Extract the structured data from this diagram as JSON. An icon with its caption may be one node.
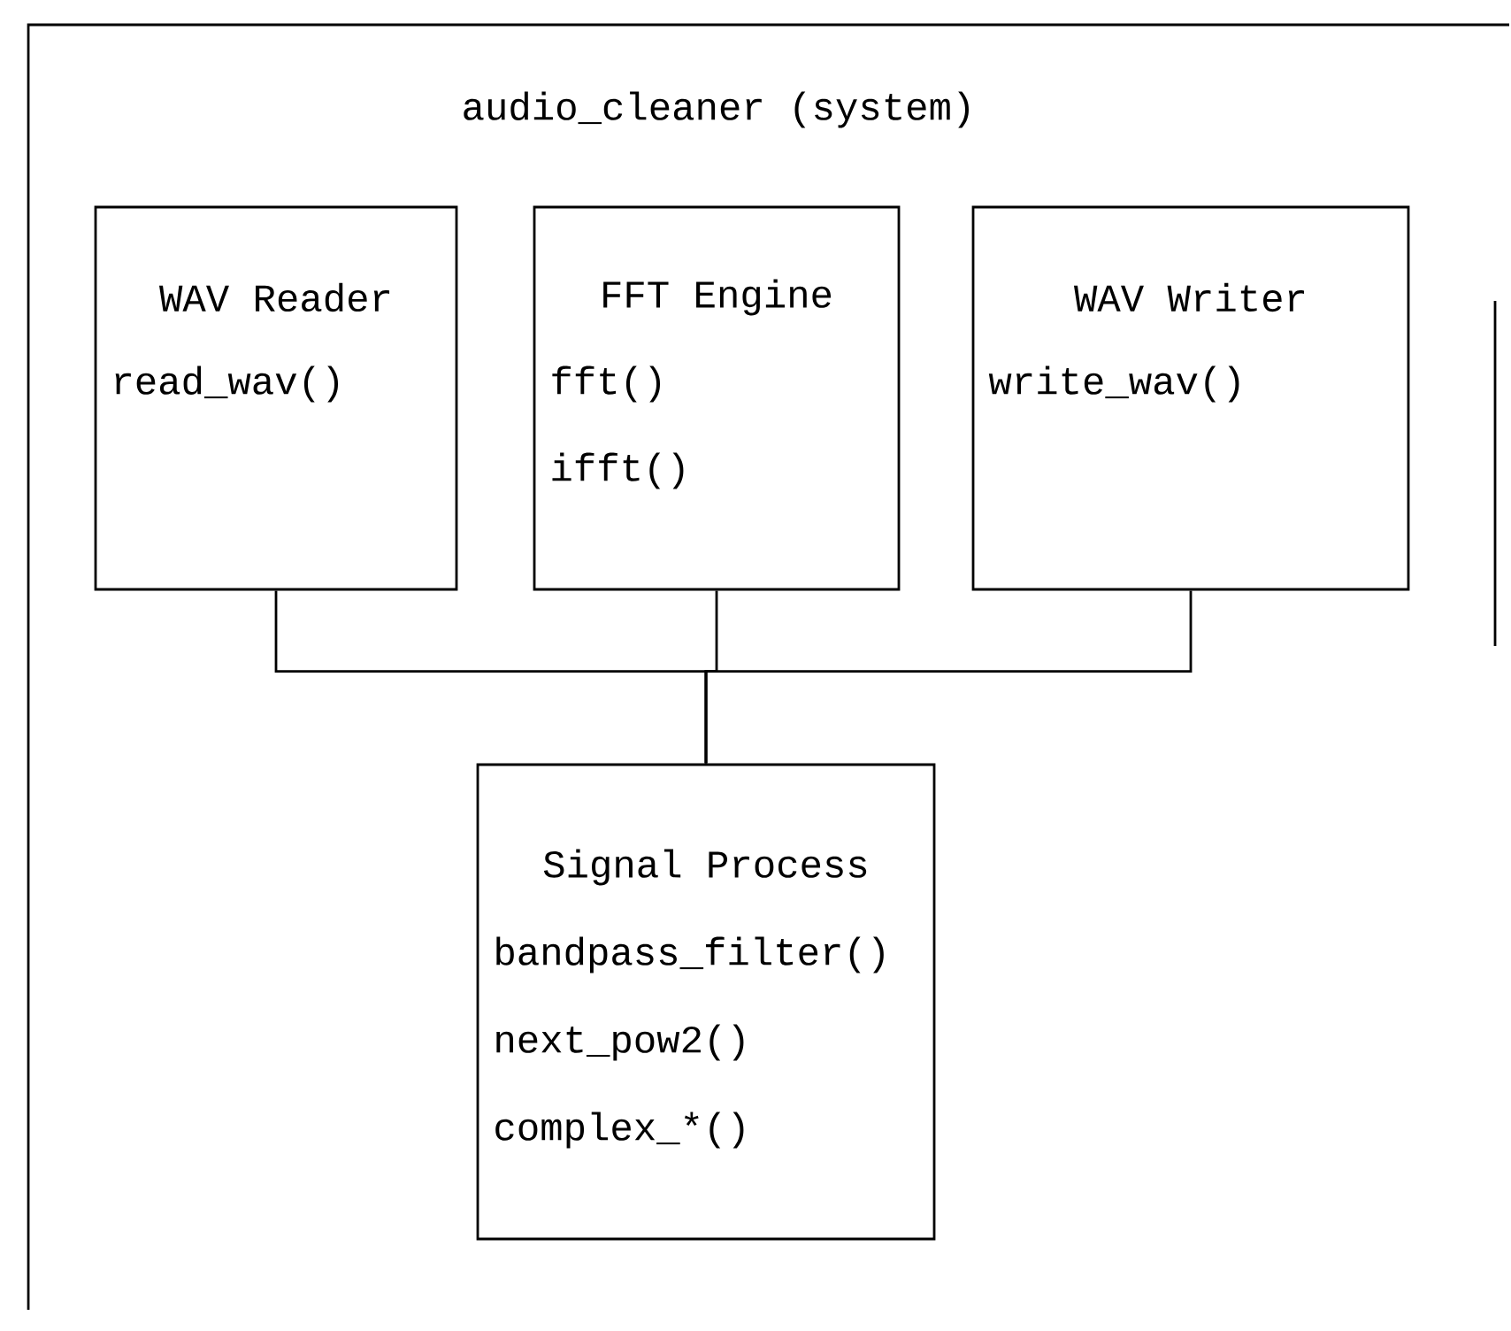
{
  "diagram": {
    "nodes": [
      {
        "text": [
          "audio_cleaner (system)"
        ]
      },
      {
        "text": [
          "WAV Reader",
          "read_wav()"
        ],
        "in": 0
      },
      {
        "text": [
          "FFT Engine",
          "fft()",
          "ifft()"
        ],
        "in": 0
      },
      {
        "text": [
          "WAV Writer",
          "write_wav()"
        ],
        "in": 0
      },
      {
        "text": [
          "Signal Process",
          "bandpass_filter()",
          "next_pow2()",
          "complex_*()"
        ],
        "in": 0
      }
    ],
    "edges": [
      {
        "from": 1,
        "to": 4,
        "arrow": "none"
      },
      {
        "from": 2,
        "to": 4,
        "arrow": "none"
      },
      {
        "from": 3,
        "to": 4,
        "arrow": "none"
      }
    ]
  }
}
